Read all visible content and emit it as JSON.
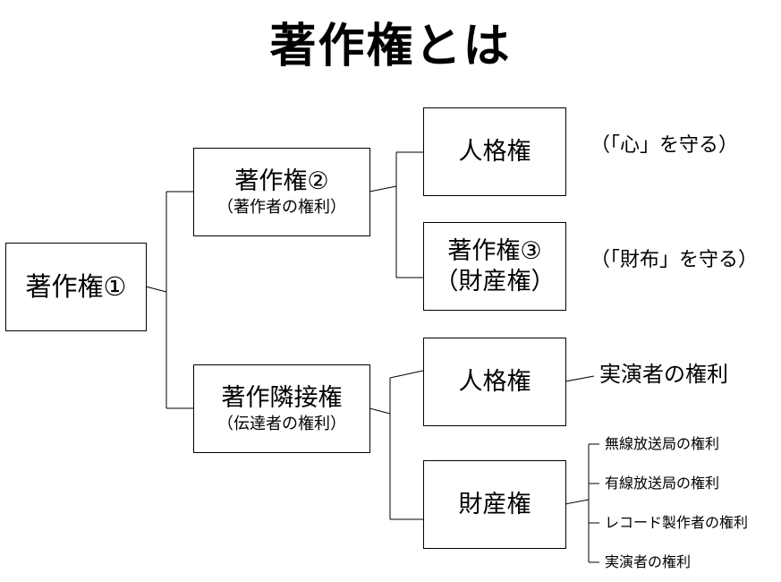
{
  "title": "著作権とは",
  "root": {
    "label": "著作権①"
  },
  "branch_copyright": {
    "label": "著作権②",
    "sub": "（著作者の権利）"
  },
  "branch_neighboring": {
    "label": "著作隣接権",
    "sub": "（伝達者の権利）"
  },
  "copyright_children": [
    {
      "label": "人格権",
      "note": "（「心」を守る）"
    },
    {
      "label": "著作権③",
      "sub": "（財産権）",
      "note": "（「財布」を守る）"
    }
  ],
  "neighboring_children": [
    {
      "label": "人格権",
      "note": "実演者の権利"
    },
    {
      "label": "財産権"
    }
  ],
  "property_leaves": [
    "無線放送局の権利",
    "有線放送局の権利",
    "レコード製作者の権利",
    "実演者の権利"
  ]
}
